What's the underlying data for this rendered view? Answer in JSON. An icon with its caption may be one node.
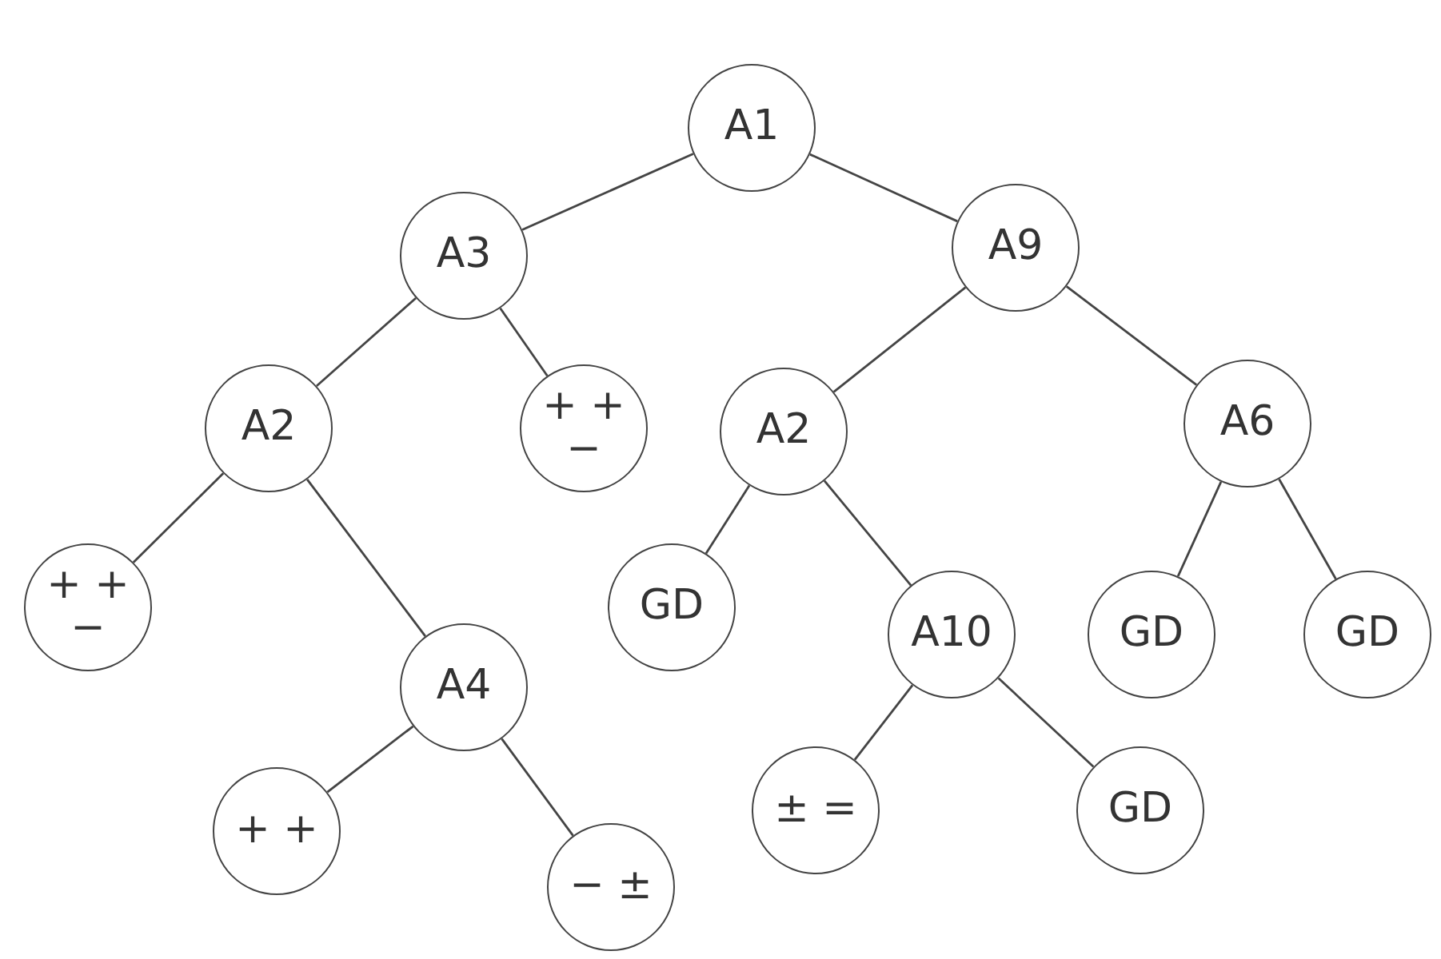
{
  "diagram": {
    "nodes": [
      {
        "text": [
          "A1"
        ]
      },
      {
        "text": [
          "A3"
        ]
      },
      {
        "text": [
          "A9"
        ]
      },
      {
        "text": [
          "A2"
        ]
      },
      {
        "text": [
          "+ +",
          "−"
        ]
      },
      {
        "text": [
          "A2"
        ]
      },
      {
        "text": [
          "A6"
        ]
      },
      {
        "text": [
          "+ +",
          "−"
        ]
      },
      {
        "text": [
          "A4"
        ]
      },
      {
        "text": [
          "GD"
        ]
      },
      {
        "text": [
          "A10"
        ]
      },
      {
        "text": [
          "GD"
        ]
      },
      {
        "text": [
          "GD"
        ]
      },
      {
        "text": [
          "+ +"
        ]
      },
      {
        "text": [
          "− ±"
        ]
      },
      {
        "text": [
          "± ="
        ]
      },
      {
        "text": [
          "GD"
        ]
      }
    ],
    "edges": [
      {
        "from": 0,
        "to": 1,
        "arrow": "none"
      },
      {
        "from": 0,
        "to": 2,
        "arrow": "none"
      },
      {
        "from": 1,
        "to": 3,
        "arrow": "none"
      },
      {
        "from": 1,
        "to": 4,
        "arrow": "none"
      },
      {
        "from": 2,
        "to": 5,
        "arrow": "none"
      },
      {
        "from": 2,
        "to": 6,
        "arrow": "none"
      },
      {
        "from": 3,
        "to": 7,
        "arrow": "none"
      },
      {
        "from": 3,
        "to": 8,
        "arrow": "none"
      },
      {
        "from": 5,
        "to": 9,
        "arrow": "none"
      },
      {
        "from": 5,
        "to": 10,
        "arrow": "none"
      },
      {
        "from": 6,
        "to": 11,
        "arrow": "none"
      },
      {
        "from": 6,
        "to": 12,
        "arrow": "none"
      },
      {
        "from": 8,
        "to": 13,
        "arrow": "none"
      },
      {
        "from": 8,
        "to": 14,
        "arrow": "none"
      },
      {
        "from": 10,
        "to": 15,
        "arrow": "none"
      },
      {
        "from": 10,
        "to": 16,
        "arrow": "none"
      }
    ]
  }
}
